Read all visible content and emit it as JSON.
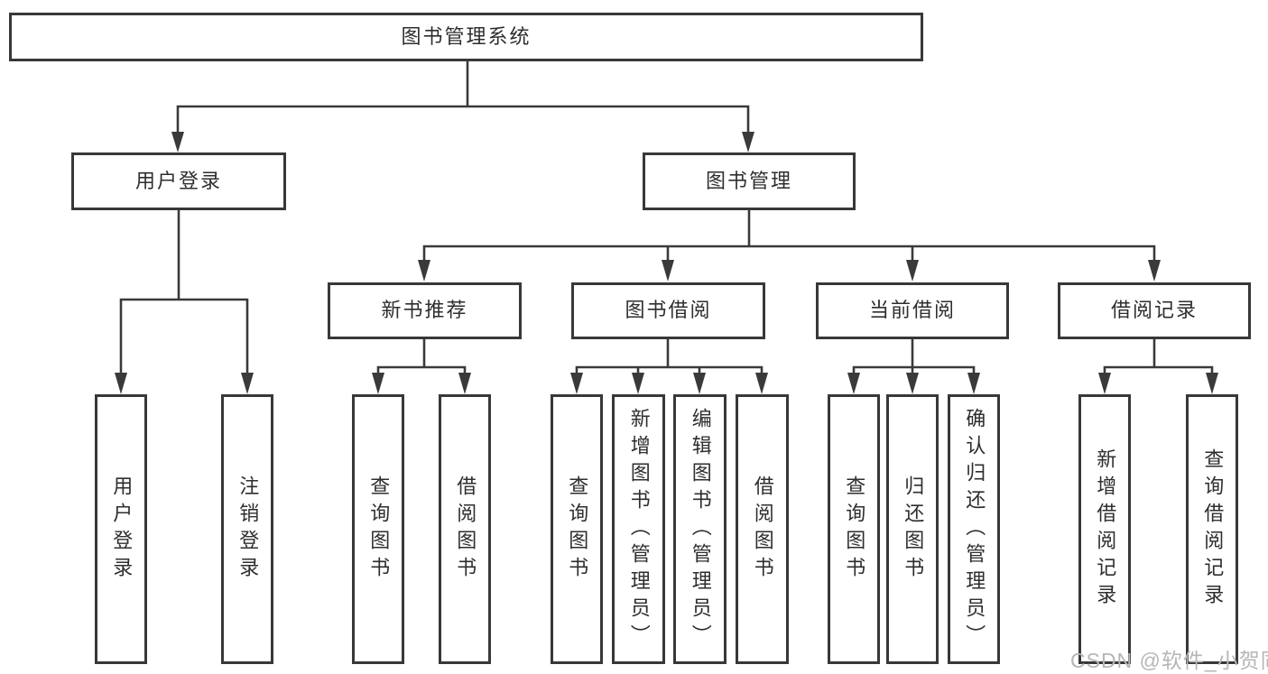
{
  "colors": {
    "line": "#3a3a3a",
    "box_border": "#383838",
    "box_fill": "#ffffff",
    "text": "#2e2e2e",
    "watermark": "#b6b6b6",
    "background": "#ffffff"
  },
  "watermark": {
    "text": "CSDN @软件_小贺同学"
  },
  "tree": {
    "root": {
      "label": "图书管理系统"
    },
    "branches": [
      {
        "label": "用户登录",
        "children": [
          {
            "label": "用户登录"
          },
          {
            "label": "注销登录"
          }
        ]
      },
      {
        "label": "图书管理",
        "children": [
          {
            "label": "新书推荐",
            "children": [
              {
                "label": "查询图书"
              },
              {
                "label": "借阅图书"
              }
            ]
          },
          {
            "label": "图书借阅",
            "children": [
              {
                "label": "查询图书"
              },
              {
                "label": "新增图书（管理员）"
              },
              {
                "label": "编辑图书（管理员）"
              },
              {
                "label": "借阅图书"
              }
            ]
          },
          {
            "label": "当前借阅",
            "children": [
              {
                "label": "查询图书"
              },
              {
                "label": "归还图书"
              },
              {
                "label": "确认归还（管理员）"
              }
            ]
          },
          {
            "label": "借阅记录",
            "children": [
              {
                "label": "新增借阅记录"
              },
              {
                "label": "查询借阅记录"
              }
            ]
          }
        ]
      }
    ]
  }
}
